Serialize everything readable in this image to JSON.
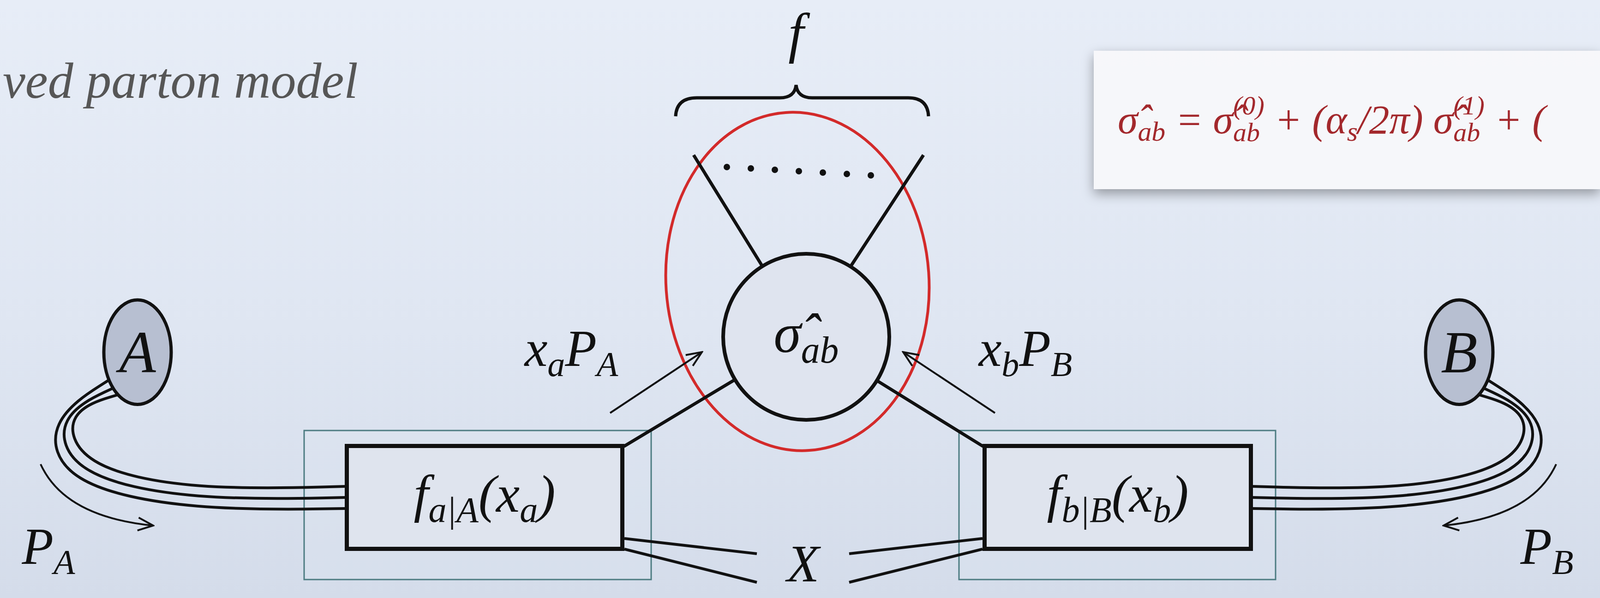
{
  "diagram": {
    "title": "ved parton model",
    "nodes": [
      {
        "text": [
          "σ̂ab = σ̂(0)ab + (αs/2π) σ̂(1)ab + ("
        ]
      },
      {
        "text": [
          "A"
        ]
      },
      {
        "text": [
          "σ̂ab"
        ]
      },
      {
        "text": [
          "B"
        ]
      },
      {
        "text": [
          "fa|A(xa)"
        ]
      },
      {
        "text": [
          "fb|B(xb)"
        ]
      }
    ],
    "edges": [
      {
        "from": 4,
        "to": 2,
        "arrow": "none"
      },
      {
        "from": 2,
        "to": 5,
        "arrow": "none"
      },
      {
        "from": 1,
        "to": 4,
        "arrow": "none"
      },
      {
        "from": 5,
        "to": 3,
        "arrow": "none"
      }
    ],
    "labels": [
      "f",
      "xaPA",
      "xbPB",
      "PA",
      "PB",
      "X"
    ]
  }
}
